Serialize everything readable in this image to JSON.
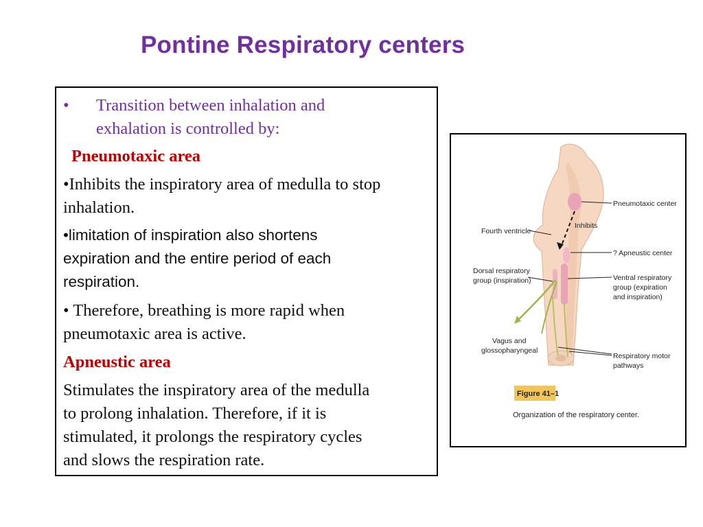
{
  "title": "Pontine Respiratory centers",
  "text_box": {
    "bullet_char": "•",
    "intro_line1": "Transition between inhalation and",
    "intro_line2": "exhalation  is controlled by:",
    "pneumotaxic_heading": "Pneumotaxic area",
    "p1_line1": "•Inhibits the inspiratory area of medulla to stop",
    "p1_line2": "inhalation.",
    "p2_line1": "•limitation of inspiration also shortens",
    "p2_line2": "expiration and the entire period of each",
    "p2_line3": "respiration.",
    "p3_line1": "• Therefore, breathing is more rapid when",
    "p3_line2": "pneumotaxic area is active.",
    "apneustic_heading": "Apneustic area",
    "p4_line1": "Stimulates the inspiratory area of the medulla",
    "p4_line2": "to prolong inhalation. Therefore, if it is",
    "p4_line3": "stimulated, it prolongs the respiratory cycles",
    "p4_line4": "and slows the respiration rate."
  },
  "figure": {
    "labels": {
      "pneumotaxic_center": "Pneumotaxic center",
      "inhibits": "Inhibits",
      "fourth_ventricle": "Fourth ventricle",
      "apneustic_center": "? Apneustic center",
      "dorsal_line1": "Dorsal respiratory",
      "dorsal_line2": "group (inspiration)",
      "ventral_line1": "Ventral respiratory",
      "ventral_line2": "group (expiration",
      "ventral_line3": "and inspiration)",
      "vagus_line1": "Vagus and",
      "vagus_line2": "glossopharyngeal",
      "motor_line1": "Respiratory motor",
      "motor_line2": "pathways"
    },
    "caption_tag": "Figure 41–1",
    "caption": "Organization of the respiratory center."
  },
  "colors": {
    "title": "#7030a0",
    "intro_text": "#7030a0",
    "heading_red": "#c00000",
    "brainstem": "#f6d8c2",
    "center_pink": "#e9a3b6",
    "nerve_green": "#9fb54a",
    "caption_band": "#f2c55a"
  }
}
